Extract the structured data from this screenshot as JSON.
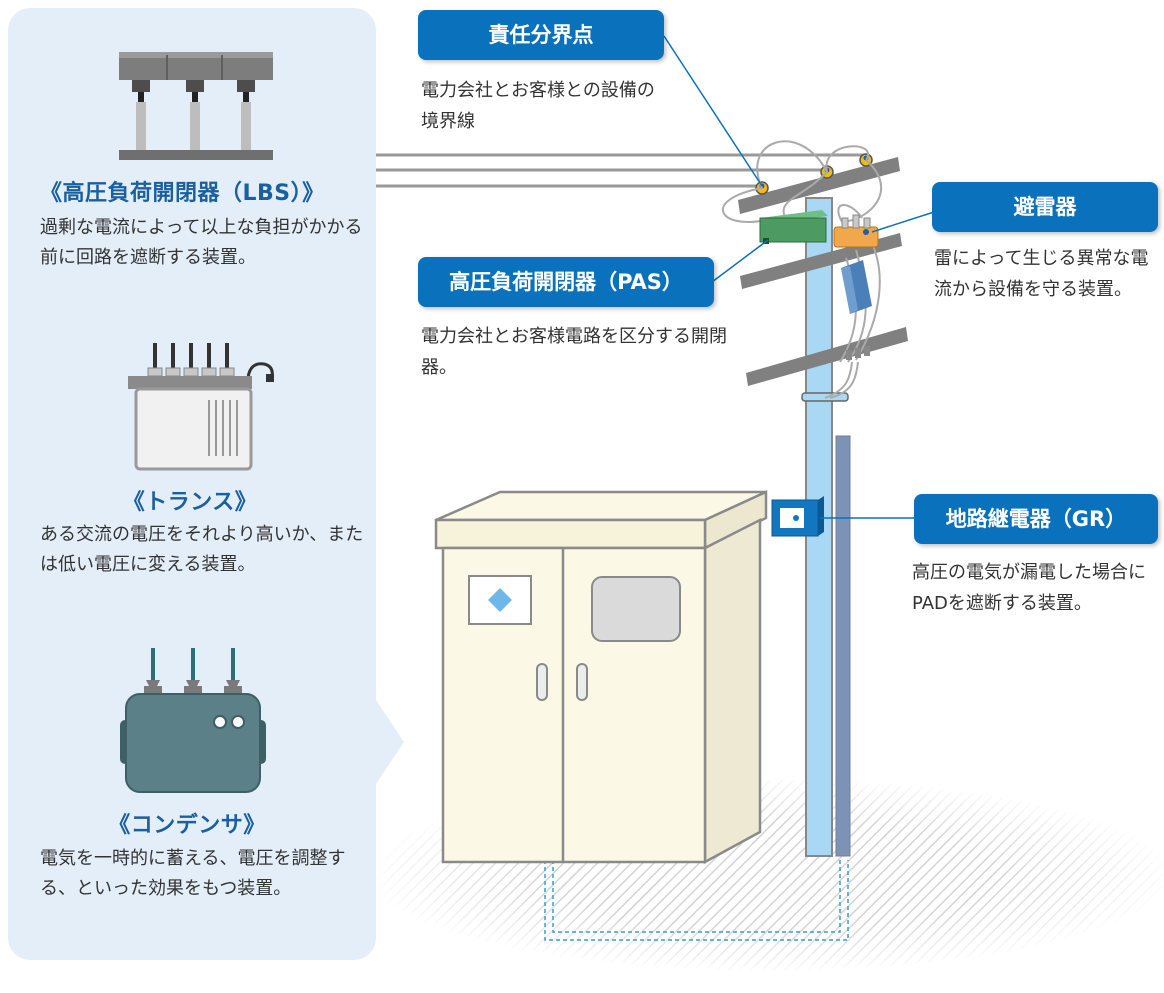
{
  "left_panel": {
    "items": [
      {
        "title": "《高圧負荷開閉器（LBS）》",
        "description": "過剰な電流によって以上な負担がかかる前に回路を遮断する装置。"
      },
      {
        "title": "《トランス》",
        "description": "ある交流の電圧をそれより高いか、または低い電圧に変える装置。"
      },
      {
        "title": "《コンデンサ》",
        "description": "電気を一時的に蓄える、電圧を調整する、といった効果をもつ装置。"
      }
    ]
  },
  "callouts": {
    "responsibility_point": {
      "label": "責任分界点",
      "description": "電力会社とお客様との設備の境界線"
    },
    "pas": {
      "label": "高圧負荷開閉器（PAS）",
      "description": "電力会社とお客様電路を区分する開閉器。"
    },
    "lightning_arrester": {
      "label": "避雷器",
      "description": "雷によって生じる異常な電流から設備を守る装置。"
    },
    "ground_relay": {
      "label": "地路継電器（GR）",
      "description": "高圧の電気が漏電した場合にPADを遮断する装置。"
    }
  },
  "colors": {
    "panel_bg": "#e4eef9",
    "accent_blue": "#0a72bd",
    "title_blue": "#1a5f9e",
    "pole_blue": "#a9d8f5",
    "cabinet_body": "#fbf8e6",
    "pas_green": "#4e9a63",
    "arrester_orange": "#f1a84a"
  }
}
